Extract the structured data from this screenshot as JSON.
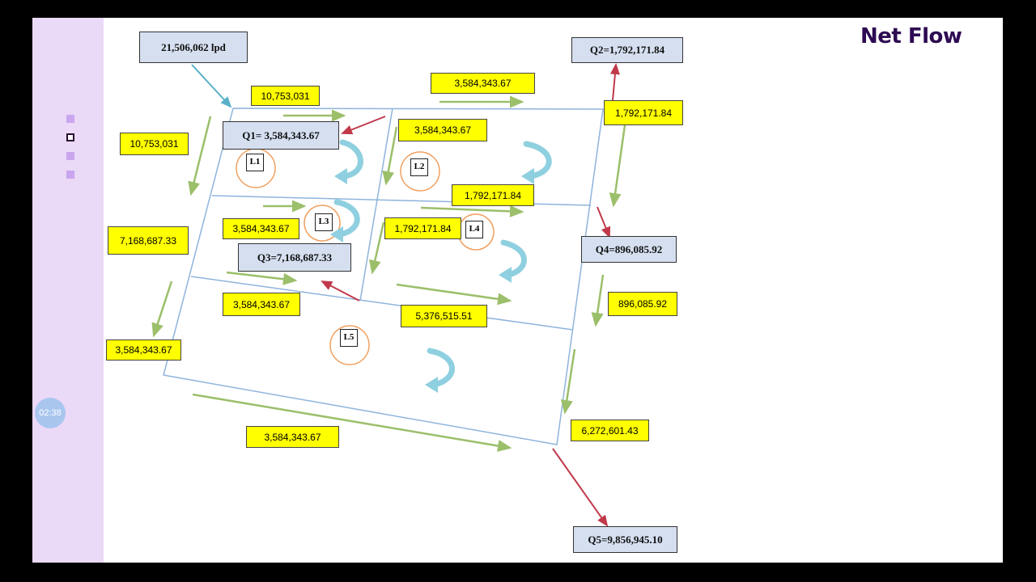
{
  "slide": {
    "title": "Net Flow",
    "timer": "02:38"
  },
  "nodes": {
    "inflow": "21,506,062 lpd",
    "q1": "Q1= 3,584,343.67",
    "q2": "Q2=1,792,171.84",
    "q3": "Q3=7,168,687.33",
    "q4": "Q4=896,085.92",
    "q5": "Q5=9,856,945.10"
  },
  "loops": [
    "L1",
    "L2",
    "L3",
    "L4",
    "L5"
  ],
  "flows": {
    "f_top_left": "10,753,031",
    "f_left_top": "10,753,031",
    "f_left_mid": "7,168,687.33",
    "f_left_bottom": "3,584,343.67",
    "f_top_right": "3,584,343.67",
    "f_mid_vertical_top": "3,584,343.67",
    "f_right_top": "1,792,171.84",
    "f_mid_horizontal_right": "1,792,171.84",
    "f_l3_horizontal": "3,584,343.67",
    "f_mid_vertical_bottom": "1,792,171.84",
    "f_right_mid": "896,085.92",
    "f_lower_horizontal_left": "3,584,343.67",
    "f_lower_horizontal_right": "5,376,515.51",
    "f_bottom": "3,584,343.67",
    "f_right_bottom": "6,272,601.43"
  },
  "colors": {
    "pipe": "#8fb4dc",
    "flow_arrow": "#9bbf6a",
    "withdrawal_arrow": "#c0394b",
    "inflow_arrow": "#5ab0c9",
    "loop_arrow": "#8fd0e0",
    "loop_circle": "#f0a060",
    "label_fill": "#ffff00",
    "node_fill": "#d5dff0"
  }
}
